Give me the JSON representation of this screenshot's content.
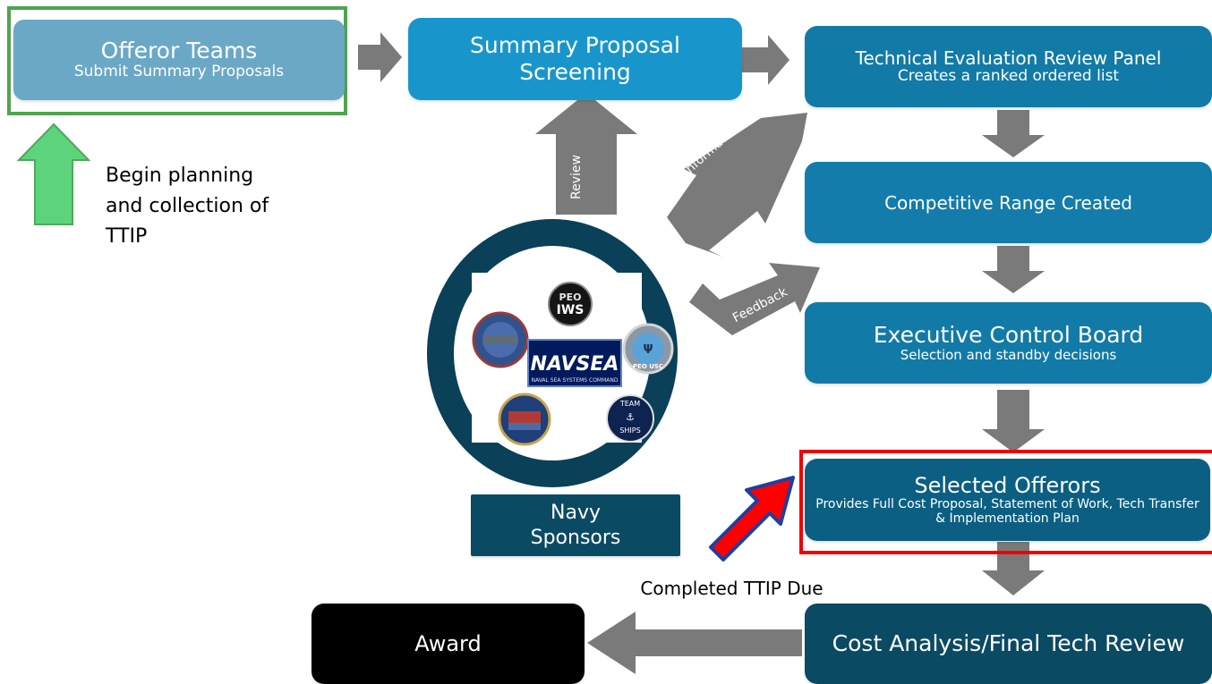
{
  "boxes": {
    "offeror_teams": {
      "title": "Offeror Teams",
      "sub": "Submit Summary Proposals"
    },
    "summary_screening": {
      "title": "Summary Proposal Screening"
    },
    "tech_eval": {
      "title": "Technical Evaluation Review Panel",
      "sub": "Creates a ranked ordered list"
    },
    "competitive_range": {
      "title": "Competitive Range Created"
    },
    "exec_board": {
      "title": "Executive Control Board",
      "sub": "Selection and standby decisions"
    },
    "selected_offerors": {
      "title": "Selected Offerors",
      "sub": "Provides Full Cost Proposal, Statement of Work, Tech Transfer & Implementation Plan"
    },
    "cost_analysis": {
      "title": "Cost Analysis/Final Tech Review"
    },
    "award": {
      "title": "Award"
    },
    "navy_sponsors": {
      "title": "Navy Sponsors"
    }
  },
  "arrow_labels": {
    "review": "Review",
    "information": "Information",
    "feedback": "Feedback"
  },
  "notes": {
    "begin_planning": "Begin planning and collection of TTIP",
    "completed_ttip": "Completed TTIP Due"
  },
  "logos": {
    "center": "NAVSEA",
    "center_sub": "NAVAL SEA SYSTEMS COMMAND",
    "peo_iws": "PEO IWS",
    "peo_usc": "PEO USC",
    "team_ships": "TEAM SHIPS"
  },
  "colors": {
    "light_blue": "#6aa8c6",
    "mid_blue": "#1896cc",
    "blue": "#127aa7",
    "dark_blue": "#0b5f82",
    "navy": "#0b4a63",
    "ring": "#0a4058",
    "gray_arrow": "#777777",
    "green_outline": "#4fa44f",
    "green_arrow": "#5dd47b",
    "red_outline": "#f00000",
    "red_arrow": "#f01010",
    "blue_border": "#1e3fa0",
    "black": "#000000"
  }
}
